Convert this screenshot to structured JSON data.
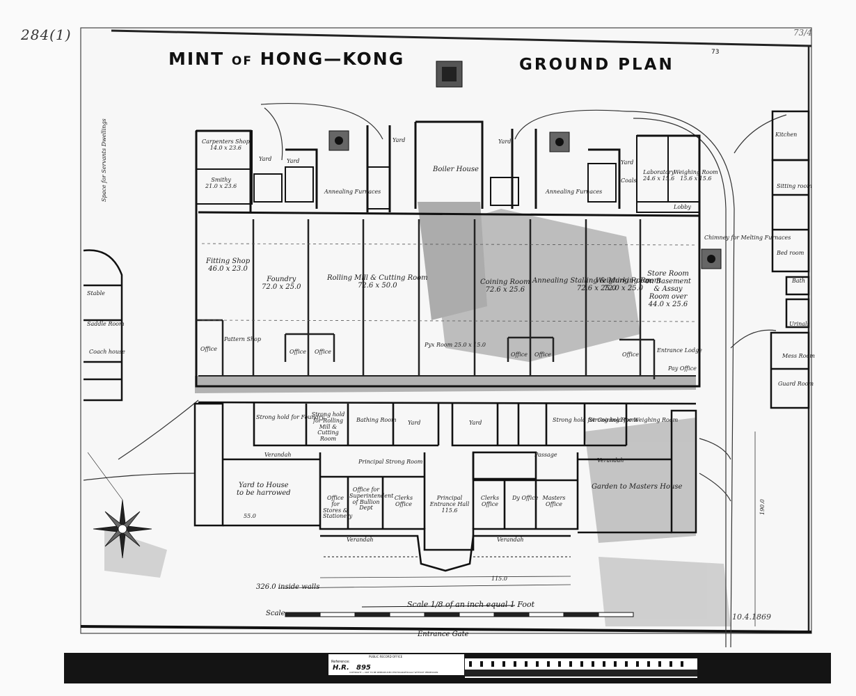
{
  "header": {
    "catalogue_note": "284(1)",
    "corner_note": "73/4",
    "title_prefix": "MINT",
    "title_of": "OF",
    "title_suffix": "HONG—KONG",
    "subtitle": "GROUND PLAN",
    "sheet_number": "73"
  },
  "rooms": {
    "carpenters_shop": "Carpenters Shop",
    "smithy": "Smithy",
    "yard": "Yard",
    "annealing_furnaces": "Annealing Furnaces",
    "boiler_house": "Boiler House",
    "laboratory": "Laboratory",
    "weighing_room_top": "Weighing Room",
    "coals": "Coals",
    "lobby": "Lobby",
    "chimney_note": "Chimney for Melting Furnaces",
    "fitting_shop": "Fitting Shop",
    "foundry": "Foundry",
    "rolling_mill": "Rolling Mill & Cutting Room",
    "annealing_stalling": "Annealing Stalling & Marking Room",
    "weighing_room": "Weighing Room",
    "store_room": "Store Room on Basement & Assay Room over",
    "pattern_shop": "Pattern Shop",
    "office": "Office",
    "pyx_room": "Pyx Room",
    "entrance_lodge": "Entrance Lodge",
    "strong_hold_foundry": "Strong hold for Foundry",
    "strong_hold_rolling": "Strong hold for Rolling Mill & Cutting Room",
    "bathing_room": "Bathing Room",
    "strong_hold_coining": "Strong hold for Coining Room",
    "strong_hold_weighing": "Strong hold for Weighing Room",
    "verandah": "Verandah",
    "principal_strong_room": "Principal Strong Room",
    "yard_to_house": "Yard to House",
    "office_stores": "Office for Stores & Stationery",
    "office_superintendent": "Office for Superintendent of Bullion Dept",
    "clerks_office": "Clerks Office",
    "principal_entrance_hall": "Principal Entrance Hall",
    "deputy_office": "Dy Office",
    "masters_office": "Masters Office",
    "garden_masters_house": "Garden to Masters House",
    "stable": "Stable",
    "saddle_room": "Saddle Room",
    "coach_house": "Coach house",
    "guard_room": "Guard Room",
    "mess_room": "Mess Room",
    "bath": "Bath",
    "urinals": "Urinals",
    "passage": "Passage",
    "servants_dwellings": "Space for Servants Dwellings",
    "coining_room": "Coining Room",
    "yard_to_house_note": "to be harrowed",
    "pay_office": "Pay Office",
    "bed_room": "Bed room",
    "sitting_room": "Sitting room",
    "kitchen": "Kitchen"
  },
  "dimensions": {
    "carpenters": "14.0 x 23.6",
    "smithy": "21.0 x 23.6",
    "fitting": "46.0 x 23.0",
    "foundry": "72.0 x 25.0",
    "rolling": "72.6 x 50.0",
    "coining": "72.6 x 25.6",
    "annealing": "72.6 x 25.0",
    "weighing": "72.0 x 25.0",
    "store": "44.0 x 25.6",
    "laboratory": "24.6 x 15.6",
    "weighing_top": "15.6 x 15.6",
    "pyx": "25.0 x 15.0",
    "principal_hall": "115.6",
    "front": "115.0",
    "inside_walls": "326.0 inside walls",
    "side": "190.0",
    "yard_depth": "55.0"
  },
  "scale": {
    "text": "Scale 1/8 of an inch equal 1 Foot",
    "bar_label": "Scale"
  },
  "entrance_gate": "Entrance Gate",
  "signature": "10.4.1869",
  "reference": {
    "header": "PUBLIC RECORD OFFICE",
    "label": "Reference:",
    "series": "H.R.",
    "number": "895",
    "copyright": "COPYRIGHT — NOT TO BE REPRODUCED PHOTOGRAPHICALLY WITHOUT PERMISSION"
  }
}
